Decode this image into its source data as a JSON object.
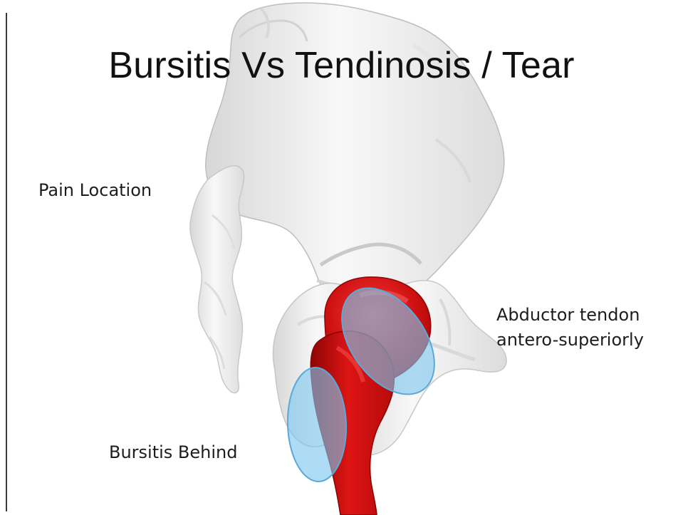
{
  "slide": {
    "title": "Bursitis Vs Tendinosis / Tear",
    "pain_location_label": "Pain Location",
    "abductor_label_line1": "Abductor tendon",
    "abductor_label_line2": "antero-superiorly",
    "bursitis_label": "Bursitis Behind"
  },
  "colors": {
    "bone": "#f2f2f2",
    "femur": "#d10d0d",
    "highlight": "#7cc7ef",
    "text": "#1d1d1d"
  }
}
